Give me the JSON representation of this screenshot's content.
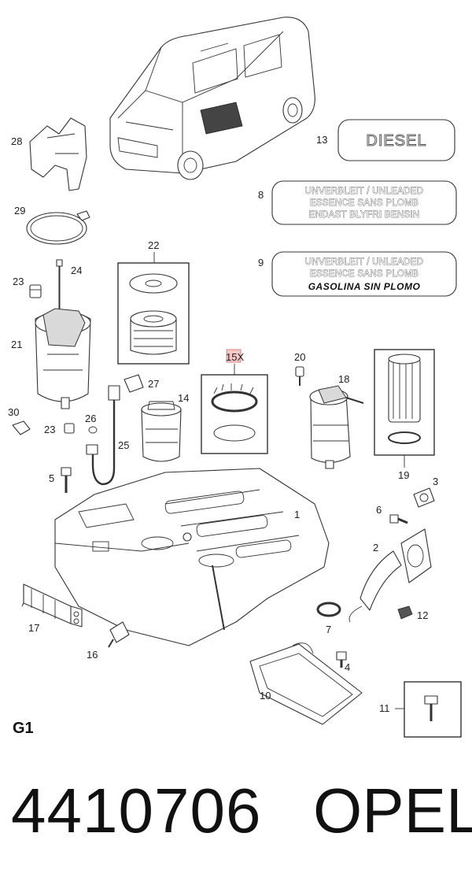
{
  "diagram": {
    "section_code": "G1",
    "callouts": {
      "c1": "1",
      "c2": "2",
      "c3": "3",
      "c4": "4",
      "c5": "5",
      "c6": "6",
      "c7": "7",
      "c8": "8",
      "c9": "9",
      "c10": "10",
      "c11": "11",
      "c12": "12",
      "c13": "13",
      "c14": "14",
      "c15": "15X",
      "c16": "16",
      "c17": "17",
      "c18": "18",
      "c19": "19",
      "c20": "20",
      "c21": "21",
      "c22": "22",
      "c23a": "23",
      "c23b": "23",
      "c24": "24",
      "c25": "25",
      "c26": "26",
      "c27": "27",
      "c28": "28",
      "c29": "29",
      "c30": "30"
    },
    "labels": {
      "diesel": "DIESEL",
      "plate8_line1": "UNVERBLEIT / UNLEADED",
      "plate8_line2": "ESSENCE SANS PLOMB",
      "plate8_line3": "ENDAST BLYFRI BENSIN",
      "plate9_line1": "UNVERBLEIT / UNLEADED",
      "plate9_line2": "ESSENCE SANS PLOMB",
      "plate9_line3": "GASOLINA SIN PLOMO"
    }
  },
  "footer": {
    "part_number": "4410706",
    "brand": "OPEL"
  }
}
